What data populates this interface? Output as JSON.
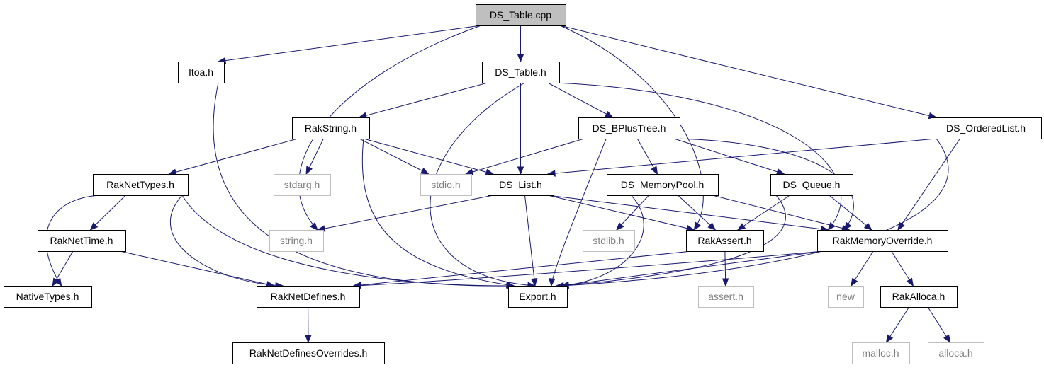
{
  "graph": {
    "nodes": [
      {
        "id": "ds_table_cpp",
        "label": "DS_Table.cpp",
        "kind": "root"
      },
      {
        "id": "itoa_h",
        "label": "Itoa.h",
        "kind": "local"
      },
      {
        "id": "ds_table_h",
        "label": "DS_Table.h",
        "kind": "local"
      },
      {
        "id": "ds_orderedlist_h",
        "label": "DS_OrderedList.h",
        "kind": "local"
      },
      {
        "id": "rakstring_h",
        "label": "RakString.h",
        "kind": "local"
      },
      {
        "id": "ds_bplustree_h",
        "label": "DS_BPlusTree.h",
        "kind": "local"
      },
      {
        "id": "raknettypes_h",
        "label": "RakNetTypes.h",
        "kind": "local"
      },
      {
        "id": "stdarg_h",
        "label": "stdarg.h",
        "kind": "external"
      },
      {
        "id": "stdio_h",
        "label": "stdio.h",
        "kind": "external"
      },
      {
        "id": "ds_list_h",
        "label": "DS_List.h",
        "kind": "local"
      },
      {
        "id": "ds_memorypool_h",
        "label": "DS_MemoryPool.h",
        "kind": "local"
      },
      {
        "id": "ds_queue_h",
        "label": "DS_Queue.h",
        "kind": "local"
      },
      {
        "id": "raknettime_h",
        "label": "RakNetTime.h",
        "kind": "local"
      },
      {
        "id": "string_h",
        "label": "string.h",
        "kind": "external"
      },
      {
        "id": "stdlib_h",
        "label": "stdlib.h",
        "kind": "external"
      },
      {
        "id": "rakassert_h",
        "label": "RakAssert.h",
        "kind": "local"
      },
      {
        "id": "rakmemoryoverride_h",
        "label": "RakMemoryOverride.h",
        "kind": "local"
      },
      {
        "id": "nativetypes_h",
        "label": "NativeTypes.h",
        "kind": "local"
      },
      {
        "id": "raknetdefines_h",
        "label": "RakNetDefines.h",
        "kind": "local"
      },
      {
        "id": "export_h",
        "label": "Export.h",
        "kind": "local"
      },
      {
        "id": "assert_h",
        "label": "assert.h",
        "kind": "external"
      },
      {
        "id": "new",
        "label": "new",
        "kind": "external"
      },
      {
        "id": "rakalloca_h",
        "label": "RakAlloca.h",
        "kind": "local"
      },
      {
        "id": "raknetdefinesoverrides_h",
        "label": "RakNetDefinesOverrides.h",
        "kind": "local"
      },
      {
        "id": "malloc_h",
        "label": "malloc.h",
        "kind": "external"
      },
      {
        "id": "alloca_h",
        "label": "alloca.h",
        "kind": "external"
      }
    ],
    "edges": [
      {
        "from": "ds_table_cpp",
        "to": "itoa_h"
      },
      {
        "from": "ds_table_cpp",
        "to": "ds_table_h"
      },
      {
        "from": "ds_table_cpp",
        "to": "ds_orderedlist_h"
      },
      {
        "from": "ds_table_cpp",
        "to": "string_h"
      },
      {
        "from": "ds_table_cpp",
        "to": "rakassert_h"
      },
      {
        "from": "itoa_h",
        "to": "export_h"
      },
      {
        "from": "ds_table_h",
        "to": "rakstring_h"
      },
      {
        "from": "ds_table_h",
        "to": "ds_list_h"
      },
      {
        "from": "ds_table_h",
        "to": "ds_bplustree_h"
      },
      {
        "from": "ds_table_h",
        "to": "rakmemoryoverride_h"
      },
      {
        "from": "ds_table_h",
        "to": "export_h"
      },
      {
        "from": "rakstring_h",
        "to": "raknettypes_h"
      },
      {
        "from": "rakstring_h",
        "to": "stdarg_h"
      },
      {
        "from": "rakstring_h",
        "to": "stdio_h"
      },
      {
        "from": "rakstring_h",
        "to": "ds_list_h"
      },
      {
        "from": "rakstring_h",
        "to": "export_h"
      },
      {
        "from": "ds_bplustree_h",
        "to": "stdio_h"
      },
      {
        "from": "ds_bplustree_h",
        "to": "ds_memorypool_h"
      },
      {
        "from": "ds_bplustree_h",
        "to": "ds_queue_h"
      },
      {
        "from": "ds_bplustree_h",
        "to": "rakmemoryoverride_h"
      },
      {
        "from": "ds_bplustree_h",
        "to": "export_h"
      },
      {
        "from": "ds_orderedlist_h",
        "to": "ds_list_h"
      },
      {
        "from": "ds_orderedlist_h",
        "to": "rakmemoryoverride_h"
      },
      {
        "from": "ds_orderedlist_h",
        "to": "export_h"
      },
      {
        "from": "raknettypes_h",
        "to": "raknettime_h"
      },
      {
        "from": "raknettypes_h",
        "to": "nativetypes_h"
      },
      {
        "from": "raknettypes_h",
        "to": "raknetdefines_h"
      },
      {
        "from": "raknettypes_h",
        "to": "export_h"
      },
      {
        "from": "ds_list_h",
        "to": "string_h"
      },
      {
        "from": "ds_list_h",
        "to": "rakassert_h"
      },
      {
        "from": "ds_list_h",
        "to": "rakmemoryoverride_h"
      },
      {
        "from": "ds_list_h",
        "to": "export_h"
      },
      {
        "from": "ds_memorypool_h",
        "to": "stdlib_h"
      },
      {
        "from": "ds_memorypool_h",
        "to": "rakassert_h"
      },
      {
        "from": "ds_memorypool_h",
        "to": "rakmemoryoverride_h"
      },
      {
        "from": "ds_memorypool_h",
        "to": "export_h"
      },
      {
        "from": "ds_queue_h",
        "to": "rakassert_h"
      },
      {
        "from": "ds_queue_h",
        "to": "rakmemoryoverride_h"
      },
      {
        "from": "ds_queue_h",
        "to": "export_h"
      },
      {
        "from": "raknettime_h",
        "to": "nativetypes_h"
      },
      {
        "from": "raknettime_h",
        "to": "raknetdefines_h"
      },
      {
        "from": "rakassert_h",
        "to": "assert_h"
      },
      {
        "from": "rakassert_h",
        "to": "raknetdefines_h"
      },
      {
        "from": "rakmemoryoverride_h",
        "to": "export_h"
      },
      {
        "from": "rakmemoryoverride_h",
        "to": "new"
      },
      {
        "from": "rakmemoryoverride_h",
        "to": "rakalloca_h"
      },
      {
        "from": "rakmemoryoverride_h",
        "to": "raknetdefines_h"
      },
      {
        "from": "raknetdefines_h",
        "to": "raknetdefinesoverrides_h"
      },
      {
        "from": "rakalloca_h",
        "to": "malloc_h"
      },
      {
        "from": "rakalloca_h",
        "to": "alloca_h"
      }
    ]
  },
  "colors": {
    "edge": "#191970",
    "root_fill": "#bfbfbf",
    "node_border": "#000000",
    "external_border": "#bfbfbf",
    "external_text": "#7f7f7f"
  }
}
